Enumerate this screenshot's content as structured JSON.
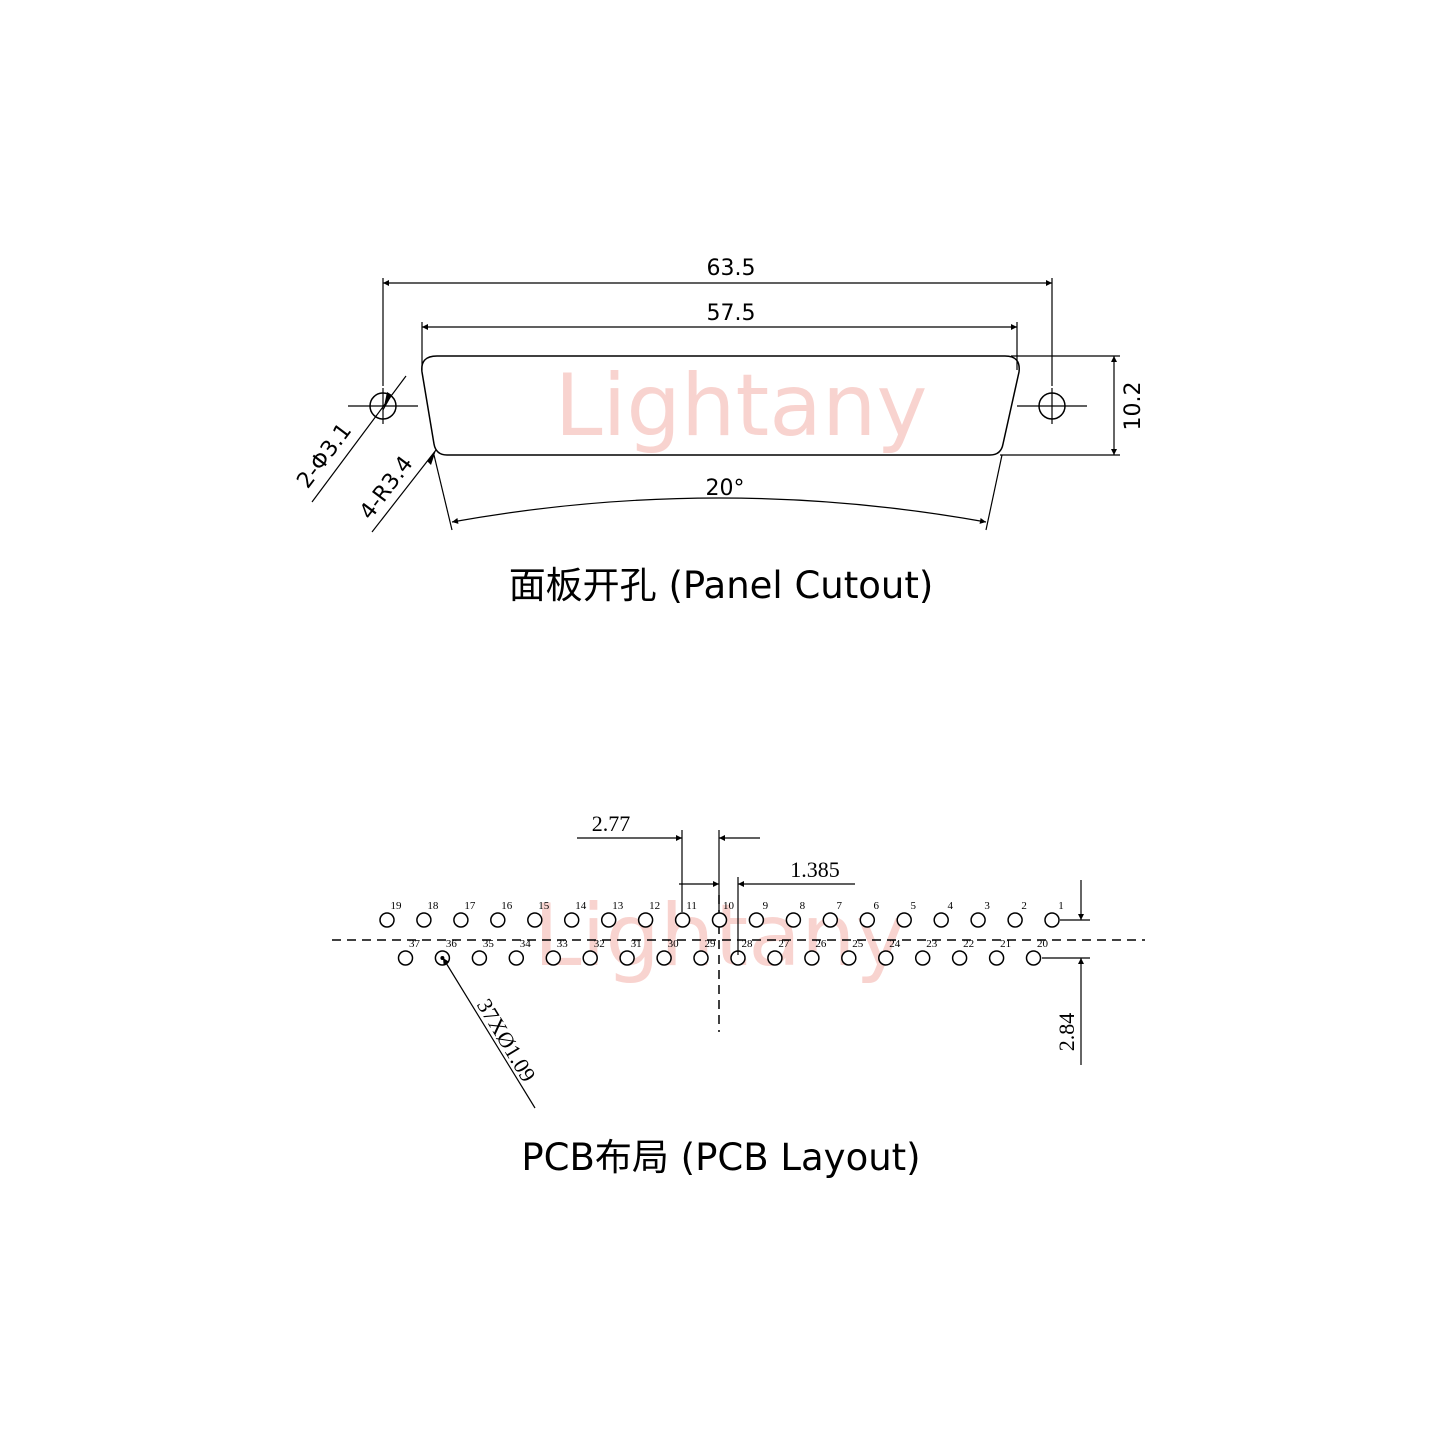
{
  "watermark": "Lightany",
  "panel_cutout": {
    "caption": "面板开孔 (Panel Cutout)",
    "dim_overall_width": "63.5",
    "dim_opening_width": "57.5",
    "dim_height": "10.2",
    "dim_angle": "20°",
    "mount_hole_callout": "2-Φ3.1",
    "corner_radius_callout": "4-R3.4"
  },
  "pcb_layout": {
    "caption": "PCB布局 (PCB Layout)",
    "dim_pitch": "2.77",
    "dim_offset": "1.385",
    "dim_row_spacing": "2.84",
    "hole_callout": "37XØ1.09",
    "top_row_pins": [
      "19",
      "18",
      "17",
      "16",
      "15",
      "14",
      "13",
      "12",
      "11",
      "10",
      "9",
      "8",
      "7",
      "6",
      "5",
      "4",
      "3",
      "2",
      "1"
    ],
    "bottom_row_pins": [
      "37",
      "36",
      "35",
      "34",
      "33",
      "32",
      "31",
      "30",
      "29",
      "28",
      "27",
      "26",
      "25",
      "24",
      "23",
      "22",
      "21",
      "20"
    ]
  }
}
